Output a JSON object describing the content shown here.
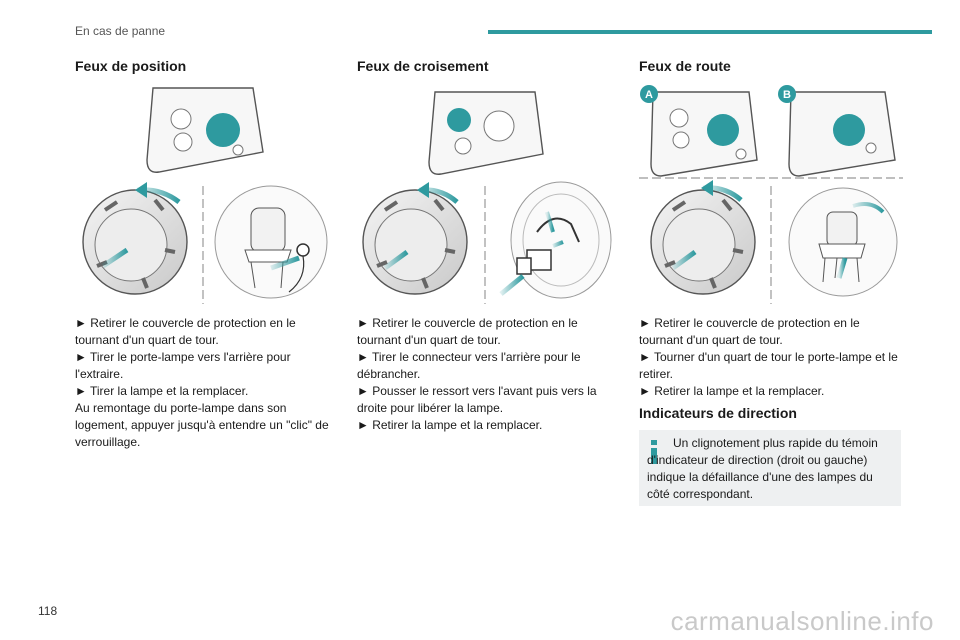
{
  "header": {
    "section": "En cas de panne",
    "accent_color": "#2e9a9f"
  },
  "columns": [
    {
      "title": "Feux de position",
      "lines": [
        "► Retirer le couvercle de protection en le tournant d'un quart de tour.",
        "► Tirer le porte-lampe vers l'arrière pour l'extraire.",
        "► Tirer la lampe et la remplacer.",
        "Au remontage du porte-lampe dans son logement, appuyer jusqu'à entendre un \"clic\" de verrouillage."
      ]
    },
    {
      "title": "Feux de croisement",
      "lines": [
        "► Retirer le couvercle de protection en le tournant d'un quart de tour.",
        "► Tirer le connecteur vers l'arrière pour le débrancher.",
        "► Pousser le ressort vers l'avant puis vers la droite pour libérer la lampe.",
        "► Retirer la lampe et la remplacer."
      ]
    },
    {
      "title": "Feux de route",
      "markers": [
        "A",
        "B"
      ],
      "lines": [
        "► Retirer le couvercle de protection en le tournant d'un quart de tour.",
        "► Tourner d'un quart de tour le porte-lampe et le retirer.",
        "► Retirer la lampe et la remplacer."
      ]
    }
  ],
  "indicators": {
    "title": "Indicateurs de direction",
    "info": "Un clignotement plus rapide du témoin d'indicateur de direction (droit ou gauche) indique la défaillance d'une des lampes du côté correspondant."
  },
  "footer": {
    "page_number": "118",
    "watermark": "carmanualsonline.info"
  }
}
